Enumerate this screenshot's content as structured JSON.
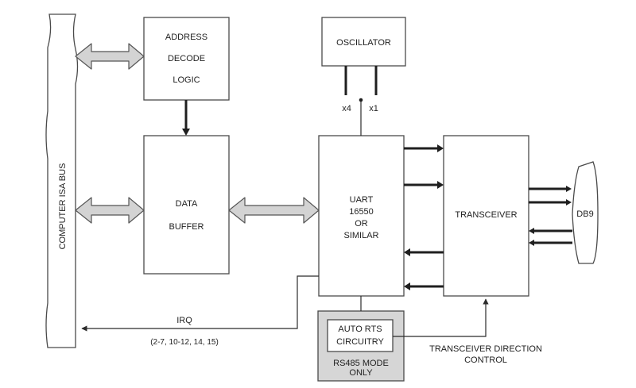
{
  "blocks": {
    "isa_bus": "COMPUTER ISA BUS",
    "address_decode": [
      "ADDRESS",
      "DECODE",
      "LOGIC"
    ],
    "data_buffer": [
      "DATA",
      "BUFFER"
    ],
    "oscillator": "OSCILLATOR",
    "uart": [
      "UART",
      "16550",
      "OR",
      "SIMILAR"
    ],
    "transceiver": "TRANSCEIVER",
    "db9": "DB9",
    "auto_rts": [
      "AUTO RTS",
      "CIRCUITRY"
    ],
    "rs485_mode": [
      "RS485 MODE",
      "ONLY"
    ]
  },
  "labels": {
    "x4": "x4",
    "x1": "x1",
    "irq": "IRQ",
    "irq_values": "(2-7, 10-12, 14, 15)",
    "transceiver_direction": [
      "TRANSCEIVER DIRECTION",
      "CONTROL"
    ]
  },
  "colors": {
    "line": "#2b2b2b",
    "box_border": "#4a4a4a",
    "arrow_fill": "#d3d3d3",
    "rs485_fill": "#d6d6d6"
  }
}
